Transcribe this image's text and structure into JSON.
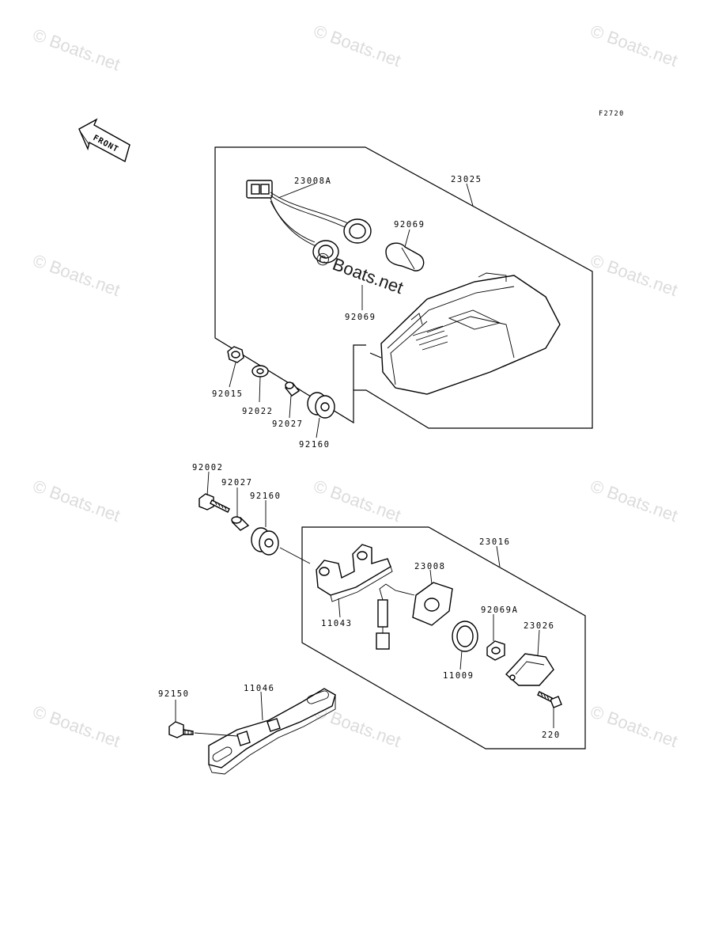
{
  "figure_code": "F2720",
  "front_label": "FRONT",
  "watermark": "© Boats.net",
  "center_watermark": "© Boats.net",
  "parts": {
    "p23008A": "23008A",
    "p23025": "23025",
    "p92069_top": "92069",
    "p92069_bottom": "92069",
    "p92015": "92015",
    "p92022": "92022",
    "p92027_upper": "92027",
    "p92160_upper": "92160",
    "p92002": "92002",
    "p92027_lower": "92027",
    "p92160_lower": "92160",
    "p23016": "23016",
    "p23008": "23008",
    "p11043": "11043",
    "p92069A": "92069A",
    "p23026": "23026",
    "p11009": "11009",
    "p220": "220",
    "p92150": "92150",
    "p11046": "11046"
  }
}
